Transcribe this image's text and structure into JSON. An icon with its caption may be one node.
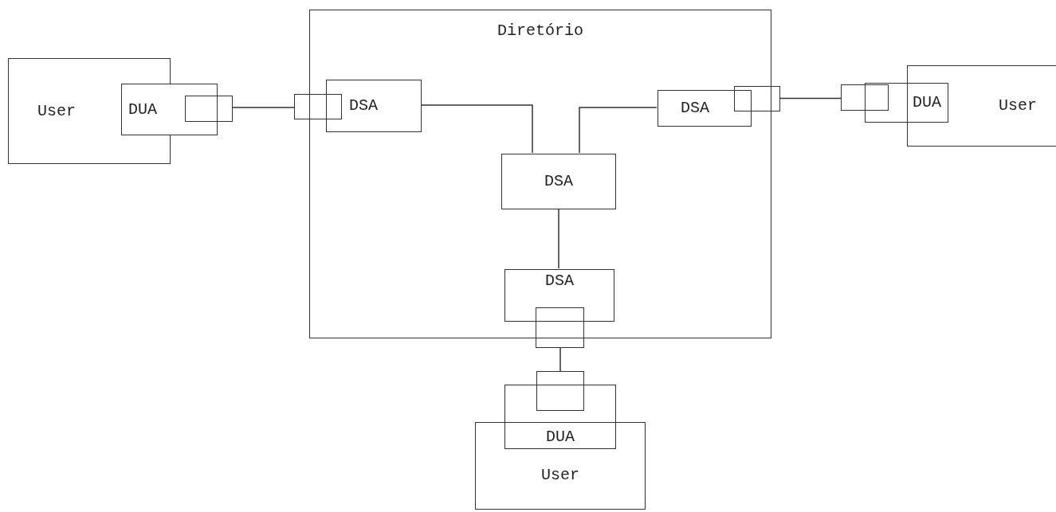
{
  "diagram": {
    "nodes": [
      {
        "text": [
          "Diretório"
        ]
      },
      {
        "text": [
          "User"
        ]
      },
      {
        "text": [
          "DUA"
        ]
      },
      {
        "text": [],
        "shape": "box"
      },
      {
        "text": [],
        "shape": "box"
      },
      {
        "text": [
          "DSA"
        ],
        "in": 0
      },
      {
        "text": [
          "DSA"
        ],
        "in": 0
      },
      {
        "text": [],
        "shape": "box"
      },
      {
        "text": [],
        "shape": "box"
      },
      {
        "text": [
          "DUA"
        ]
      },
      {
        "text": [
          "User"
        ]
      },
      {
        "text": [
          "DSA"
        ],
        "in": 0
      },
      {
        "text": [
          "DSA"
        ],
        "in": 0
      },
      {
        "text": [],
        "shape": "box"
      },
      {
        "text": [],
        "shape": "box"
      },
      {
        "text": [
          "DUA"
        ]
      },
      {
        "text": [
          "User"
        ]
      }
    ],
    "edges": [
      {
        "from": 3,
        "to": 4,
        "arrow": "none"
      },
      {
        "from": 5,
        "to": 11,
        "arrow": "none"
      },
      {
        "from": 6,
        "to": 11,
        "arrow": "none"
      },
      {
        "from": 7,
        "to": 8,
        "arrow": "none"
      },
      {
        "from": 11,
        "to": 12,
        "arrow": "none"
      },
      {
        "from": 13,
        "to": 14,
        "arrow": "none"
      }
    ]
  }
}
